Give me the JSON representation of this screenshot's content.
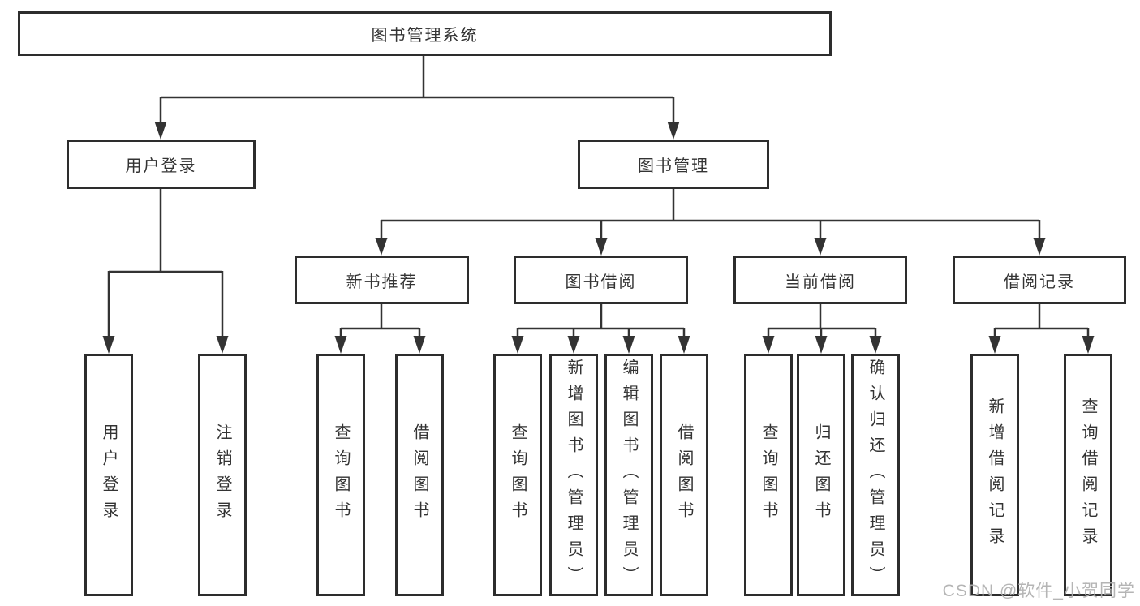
{
  "tree": {
    "root": {
      "label": "图书管理系统",
      "children": [
        {
          "label": "用户登录",
          "children": [
            {
              "label": "用户登录"
            },
            {
              "label": "注销登录"
            }
          ]
        },
        {
          "label": "图书管理",
          "children": [
            {
              "label": "新书推荐",
              "children": [
                {
                  "label": "查询图书"
                },
                {
                  "label": "借阅图书"
                }
              ]
            },
            {
              "label": "图书借阅",
              "children": [
                {
                  "label": "查询图书"
                },
                {
                  "label": "新增图书（管理员）"
                },
                {
                  "label": "编辑图书（管理员）"
                },
                {
                  "label": "借阅图书"
                }
              ]
            },
            {
              "label": "当前借阅",
              "children": [
                {
                  "label": "查询图书"
                },
                {
                  "label": "归还图书"
                },
                {
                  "label": "确认归还（管理员）"
                }
              ]
            },
            {
              "label": "借阅记录",
              "children": [
                {
                  "label": "新增借阅记录"
                },
                {
                  "label": "查询借阅记录"
                }
              ]
            }
          ]
        }
      ]
    }
  },
  "watermark": "CSDN @软件_小贺同学",
  "colors": {
    "line": "#333333",
    "box_border": "#2d2d2d",
    "text": "#333333",
    "watermark": "#afafaf"
  }
}
